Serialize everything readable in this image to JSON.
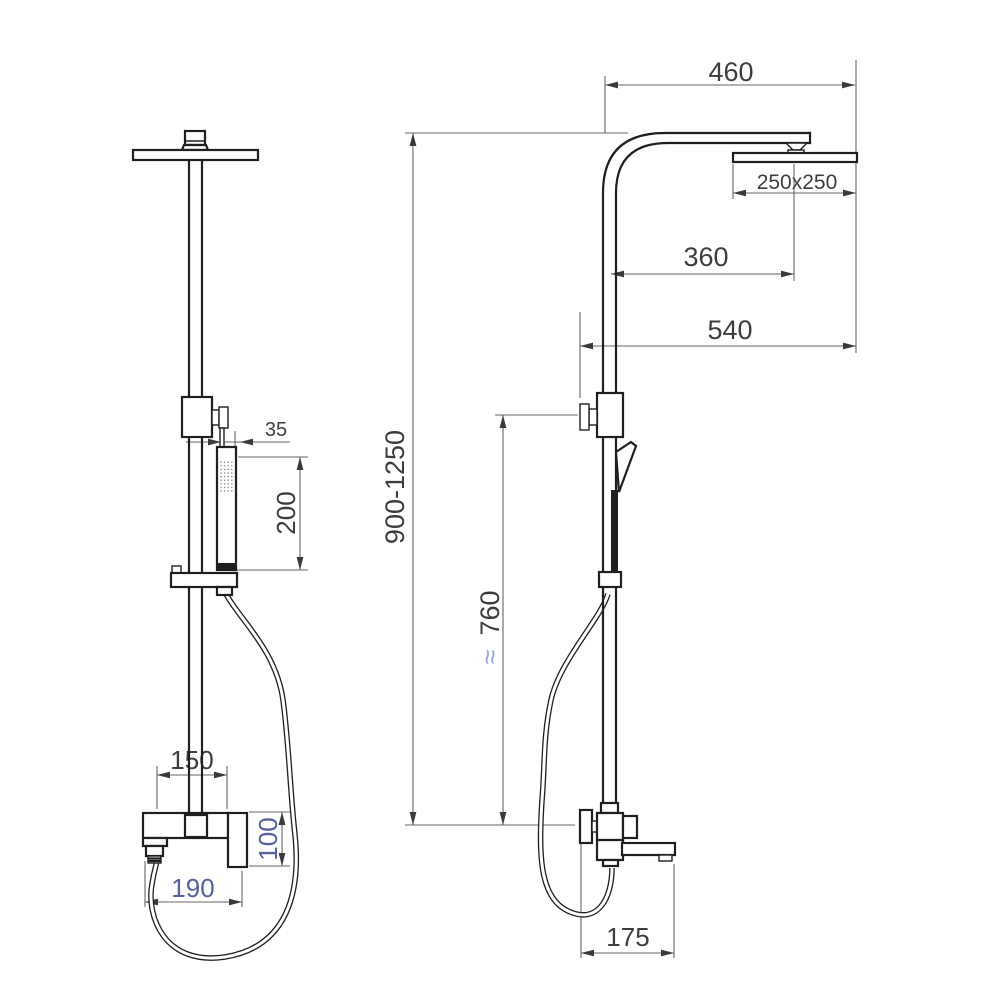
{
  "colors": {
    "background": "#ffffff",
    "line": "#1f1f1f",
    "dim_line": "#666666",
    "dim_text": "#3d3d3d",
    "accent_blue": "#56619c",
    "accent_light_blue": "#93a6d8"
  },
  "dims": {
    "d35": "35",
    "d200": "200",
    "d150": "150",
    "d100": "100",
    "d190": "190",
    "d460": "460",
    "d250x250": "250x250",
    "d360": "360",
    "d540": "540",
    "d900_1250": "900-1250",
    "d760_approx": "≈",
    "d760_value": "760",
    "d175": "175"
  }
}
